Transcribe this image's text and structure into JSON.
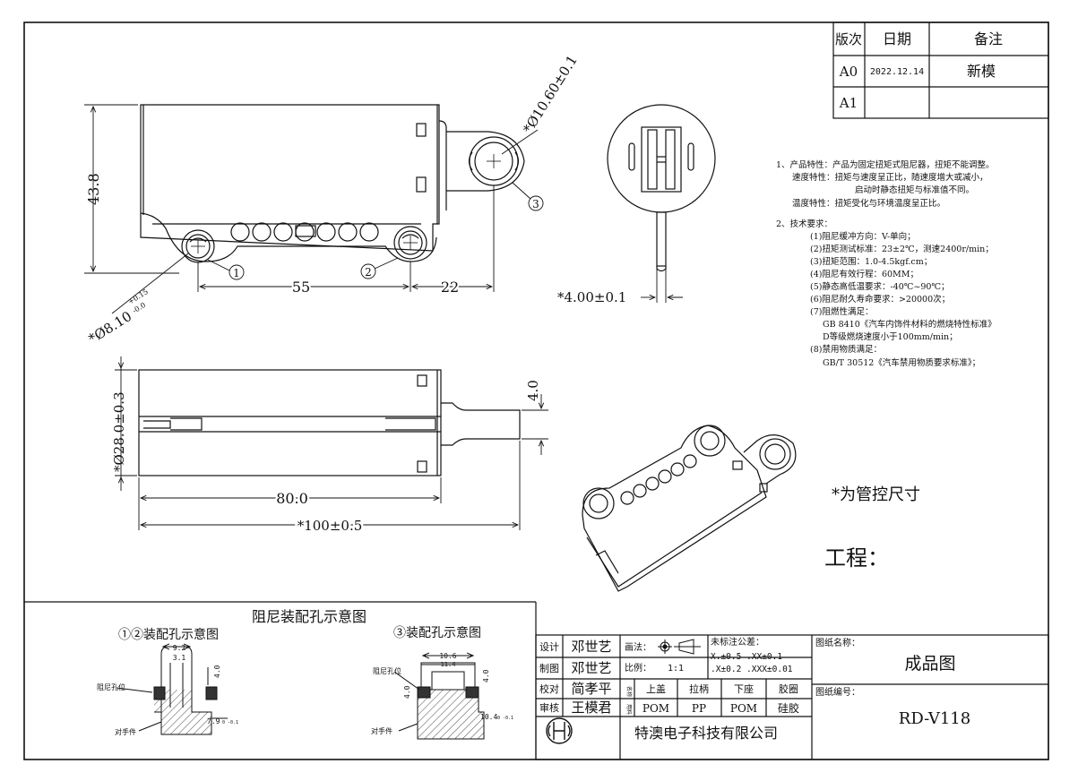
{
  "revision_table": {
    "headers": [
      "版次",
      "日期",
      "备注"
    ],
    "rows": [
      [
        "A0",
        "2022.12.14",
        "新模"
      ],
      [
        "A1",
        "",
        ""
      ]
    ]
  },
  "dims": {
    "d_10_60": "*Ø10.60±0.1",
    "h_43_8": "43.8",
    "hole_8_10": "*Ø8.10",
    "hole_8_10_tol_up": "+0.15",
    "hole_8_10_tol_dn": "-0.0",
    "d_55": "55",
    "d_22": "22",
    "d_4_00": "*4.00±0.1",
    "d_28": "*Ø28.0±0.3",
    "d_4_0": "4.0",
    "d_80": "80.0",
    "d_100": "*100±0.5",
    "c1": "1",
    "c2": "2",
    "c3": "3"
  },
  "notes": {
    "l1": "1、产品特性：产品为固定扭矩式阻尼器，扭矩不能调整。",
    "l2": "速度特性：扭矩与速度呈正比，随速度增大或减小，",
    "l3": "启动时静态扭矩与标准值不同。",
    "l4": "温度特性：扭矩受化与环境温度呈正比。",
    "l5": "2、技术要求：",
    "l6": "(1)阻尼缓冲方向：V-单向；",
    "l7": "(2)扭矩测试标准：23±2℃，测速2400r/min；",
    "l8": "(3)扭矩范围：1.0-4.5kgf.cm；",
    "l9": "(4)阻尼有效行程：60MM；",
    "l10": "(5)静态高低温要求：-40℃~90℃；",
    "l11": "(6)阻尼耐久寿命要求：>20000次；",
    "l12": "(7)阻燃性满足：",
    "l13": "GB 8410《汽车内饰件材料的燃烧特性标准》",
    "l14": "D等级燃烧速度小于100mm/min；",
    "l15": "(8)禁用物质满足：",
    "l16": "GB/T 30512《汽车禁用物质要求标准》；"
  },
  "controlled_note": "*为管控尺寸",
  "project_label": "工程：",
  "assembly": {
    "title": "阻尼装配孔示意图",
    "left_title": "①②装配孔示意图",
    "right_title": "③装配孔示意图",
    "left_w1": "9.2",
    "left_w2": "3.1",
    "left_h": "4.0",
    "left_hole_label": "阻尼孔位",
    "left_part_label": "对手件",
    "left_dia": "7.9",
    "right_w1": "10.6",
    "right_w2": "11.4",
    "right_h1": "4.0",
    "right_h2": "4.0",
    "right_hole_label": "阻尼孔位",
    "right_part_label": "对手件",
    "right_dia": "10.4",
    "tol": "0 -0.1"
  },
  "title_block": {
    "design_label": "设计",
    "design_name": "邓世艺",
    "draw_label": "制图",
    "draw_name": "邓世艺",
    "check_label": "校对",
    "check_name": "简孝平",
    "audit_label": "审核",
    "audit_name": "王模君",
    "method_label": "画法：",
    "scale_label": "比例：",
    "scale_value": "1:1",
    "tol_title": "未标注公差：",
    "tol_l1": "X.±0.5  .XX±0.1",
    "tol_l2": ".X±0.2 .XXX±0.01",
    "part_label": "名称",
    "mat_label": "用料",
    "parts": [
      "上盖",
      "拉柄",
      "下座",
      "胶圈"
    ],
    "materials": [
      "POM",
      "PP",
      "POM",
      "硅胶"
    ],
    "drawing_name_label": "图纸名称：",
    "drawing_name": "成品图",
    "drawing_no_label": "图纸编号：",
    "drawing_no": "RD-V118",
    "company": "特澳电子科技有限公司"
  }
}
